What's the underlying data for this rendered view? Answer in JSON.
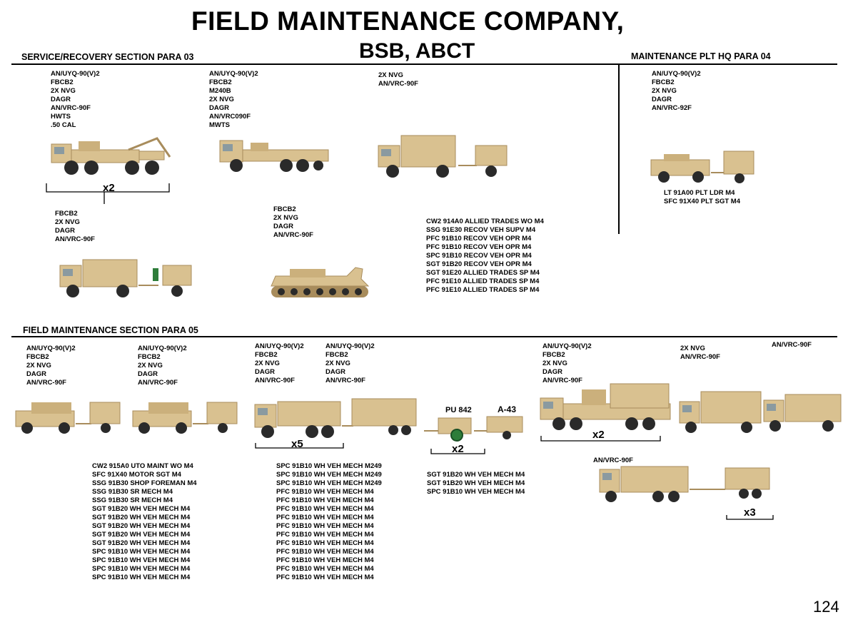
{
  "title": "FIELD MAINTENANCE COMPANY,",
  "subtitle": "BSB, ABCT",
  "page_number": "124",
  "colors": {
    "vehicle_tan": "#d9c190",
    "vehicle_shadow": "#a88c5c",
    "tire": "#2a2a2a",
    "generator_green": "#2e7d3a"
  },
  "service_section": {
    "heading": "SERVICE/RECOVERY SECTION   PARA 03",
    "hemtt_wrecker": {
      "equipment": [
        "AN/UYQ-90(V)2",
        "FBCB2",
        "2X NVG",
        "DAGR",
        "AN/VRC-90F",
        "HWTS",
        ".50 CAL"
      ],
      "multiplier": "x2",
      "icon": "hemtt-wrecker-icon"
    },
    "tractor": {
      "equipment": [
        "AN/UYQ-90(V)2",
        "FBCB2",
        "M240B",
        "2X NVG",
        "DAGR",
        "AN/VRC090F",
        "MWTS"
      ],
      "icon": "tractor-truck-icon"
    },
    "shop_van": {
      "equipment": [
        "2X NVG",
        "AN/VRC-90F"
      ],
      "icon": "shop-van-truck-icon"
    },
    "cargo_truck": {
      "equipment": [
        "FBCB2",
        "2X NVG",
        "DAGR",
        "AN/VRC-90F"
      ],
      "icon": "cargo-truck-with-trailer-icon"
    },
    "recovery_vehicle": {
      "equipment": [
        "FBCB2",
        "2X NVG",
        "DAGR",
        "AN/VRC-90F"
      ],
      "icon": "tracked-recovery-vehicle-icon"
    },
    "personnel": [
      "CW2 914A0 ALLIED TRADES WO M4",
      "SSG 91E30 RECOV VEH SUPV M4",
      "PFC 91B10 RECOV VEH OPR M4",
      "PFC 91B10 RECOV VEH OPR M4",
      "SPC 91B10 RECOV VEH OPR M4",
      "SGT 91B20 RECOV VEH OPR M4",
      "SGT 91E20 ALLIED TRADES SP M4",
      "PFC 91E10 ALLIED TRADES SP M4",
      "PFC 91E10 ALLIED TRADES SP M4"
    ]
  },
  "plt_hq": {
    "heading": "MAINTENANCE PLT HQ  PARA 04",
    "equipment": [
      "AN/UYQ-90(V)2",
      "FBCB2",
      "2X NVG",
      "DAGR",
      "AN/VRC-92F"
    ],
    "personnel": [
      "LT 91A00 PLT LDR M4",
      "SFC 91X40 PLT SGT M4"
    ],
    "icon": "humvee-with-trailer-icon"
  },
  "field_section": {
    "heading": "FIELD MAINTENANCE SECTION   PARA 05",
    "humvee1": {
      "equipment": [
        "AN/UYQ-90(V)2",
        "FBCB2",
        "2X NVG",
        "DAGR",
        "AN/VRC-90F"
      ]
    },
    "humvee2": {
      "equipment": [
        "AN/UYQ-90(V)2",
        "FBCB2",
        "2X NVG",
        "DAGR",
        "AN/VRC-90F"
      ]
    },
    "fmtv1": {
      "equipment": [
        "AN/UYQ-90(V)2",
        "FBCB2",
        "2X NVG",
        "DAGR",
        "AN/VRC-90F"
      ]
    },
    "fmtv2": {
      "equipment": [
        "AN/UYQ-90(V)2",
        "FBCB2",
        "2X NVG",
        "DAGR",
        "AN/VRC-90F"
      ]
    },
    "fmtv_multiplier": "x5",
    "generator_labels": {
      "pu": "PU 842",
      "a43": "A-43"
    },
    "generator_multiplier": "x2",
    "hemtt_wrecker": {
      "equipment": [
        "AN/UYQ-90(V)2",
        "FBCB2",
        "2X NVG",
        "DAGR",
        "AN/VRC-90F"
      ],
      "multiplier": "x2"
    },
    "van_equipment": [
      "2X NVG",
      "AN/VRC-90F"
    ],
    "cargo_equipment": [
      "AN/VRC-90F"
    ],
    "lmtv": {
      "equipment": [
        "AN/VRC-90F"
      ],
      "multiplier": "x3"
    },
    "personnel_col1": [
      "CW2 915A0 UTO MAINT WO M4",
      "SFC 91X40 MOTOR SGT M4",
      "SSG 91B30 SHOP FOREMAN M4",
      "SSG 91B30 SR MECH M4",
      "SSG 91B30 SR MECH M4",
      "SGT 91B20 WH VEH MECH M4",
      "SGT 91B20 WH VEH MECH M4",
      "SGT 91B20 WH VEH MECH M4",
      "SGT 91B20 WH VEH MECH M4",
      "SGT 91B20 WH VEH MECH M4",
      "SPC 91B10 WH VEH MECH M4",
      "SPC 91B10 WH VEH MECH M4",
      "SPC 91B10 WH VEH MECH M4",
      "SPC 91B10 WH VEH MECH M4"
    ],
    "personnel_col2": [
      "SPC 91B10 WH VEH MECH M249",
      "SPC 91B10 WH VEH MECH M249",
      "SPC 91B10 WH VEH MECH M249",
      "PFC 91B10 WH VEH MECH M4",
      "PFC 91B10 WH VEH MECH M4",
      "PFC 91B10 WH VEH MECH M4",
      "PFC 91B10 WH VEH MECH M4",
      "PFC 91B10 WH VEH MECH M4",
      "PFC 91B10 WH VEH MECH M4",
      "PFC 91B10 WH VEH MECH M4",
      "PFC 91B10 WH VEH MECH M4",
      "PFC 91B10 WH VEH MECH M4",
      "PFC 91B10 WH VEH MECH M4",
      "PFC 91B10 WH VEH MECH M4"
    ],
    "personnel_col3": [
      "SGT 91B20 WH VEH MECH M4",
      "SGT 91B20 WH VEH MECH M4",
      "SPC 91B10 WH VEH MECH M4"
    ]
  }
}
